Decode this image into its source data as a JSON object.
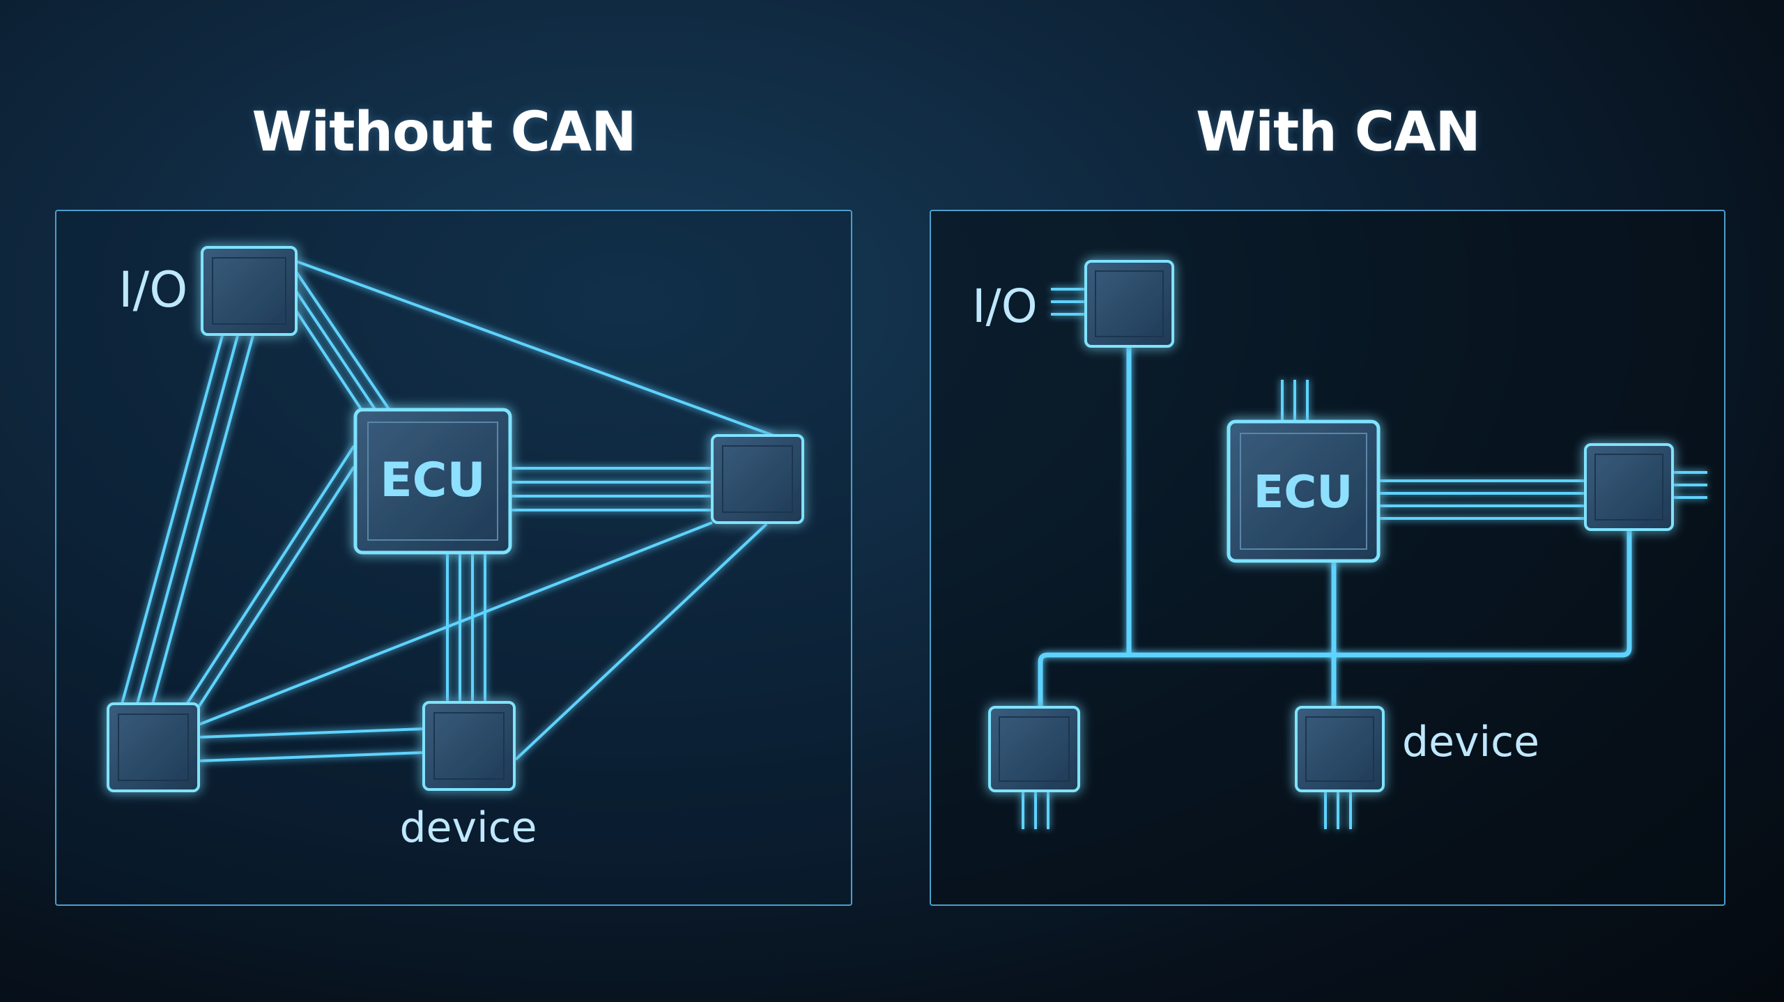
{
  "panels": {
    "left": {
      "title": "Without CAN",
      "io_label": "I/O",
      "ecu_label": "ECU",
      "device_label": "device"
    },
    "right": {
      "title": "With CAN",
      "io_label": "I/O",
      "ecu_label": "ECU",
      "device_label": "device"
    }
  },
  "colors": {
    "wire": "#5fd3ff",
    "node_border": "#7fe3ff",
    "node_fill": "#2a4a66",
    "panel_border": "#4c9fcc"
  }
}
